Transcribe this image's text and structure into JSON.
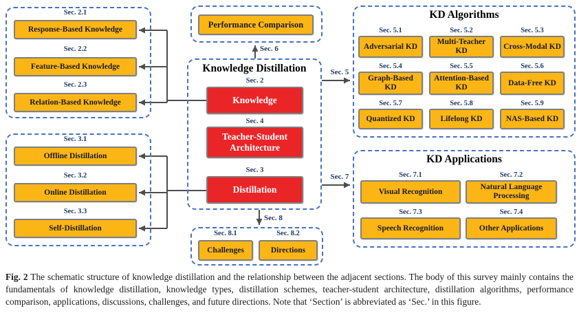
{
  "colors": {
    "box_yellow": "#FBB615",
    "box_red": "#E92528",
    "box_border": "#7F7F7F",
    "dashed_border": "#4472C4",
    "sec_label": "#1F3864",
    "arrow": "#4D4D4D"
  },
  "diagram": {
    "knowledge_types": {
      "items": [
        {
          "sec": "Sec. 2.1",
          "label": "Response-Based Knowledge"
        },
        {
          "sec": "Sec. 2.2",
          "label": "Feature-Based Knowledge"
        },
        {
          "sec": "Sec. 2.3",
          "label": "Relation-Based Knowledge"
        }
      ]
    },
    "distillation_schemes": {
      "items": [
        {
          "sec": "Sec. 3.1",
          "label": "Offline Distillation"
        },
        {
          "sec": "Sec. 3.2",
          "label": "Online Distillation"
        },
        {
          "sec": "Sec. 3.3",
          "label": "Self-Distillation"
        }
      ]
    },
    "performance": {
      "label": "Performance Comparison"
    },
    "center": {
      "title": "Knowledge Distillation",
      "items": [
        {
          "sec": "Sec. 2",
          "label": "Knowledge"
        },
        {
          "sec": "Sec. 4",
          "label": "Teacher-Student Architecture"
        },
        {
          "sec": "Sec. 3",
          "label": "Distillation"
        }
      ]
    },
    "challenges": {
      "items": [
        {
          "sec": "Sec. 8.1",
          "label": "Challenges"
        },
        {
          "sec": "Sec. 8.2",
          "label": "Directions"
        }
      ]
    },
    "algorithms": {
      "title": "KD Algorithms",
      "items": [
        {
          "sec": "Sec. 5.1",
          "label": "Adversarial KD"
        },
        {
          "sec": "Sec. 5.2",
          "label": "Multi-Teacher KD"
        },
        {
          "sec": "Sec. 5.3",
          "label": "Cross-Modal KD"
        },
        {
          "sec": "Sec. 5.4",
          "label": "Graph-Based KD"
        },
        {
          "sec": "Sec. 5.5",
          "label": "Attention-Based KD"
        },
        {
          "sec": "Sec. 5.6",
          "label": "Data-Free KD"
        },
        {
          "sec": "Sec. 5.7",
          "label": "Quantized KD"
        },
        {
          "sec": "Sec. 5.8",
          "label": "Lifelong KD"
        },
        {
          "sec": "Sec. 5.9",
          "label": "NAS-Based KD"
        }
      ]
    },
    "applications": {
      "title": "KD Applications",
      "items": [
        {
          "sec": "Sec. 7.1",
          "label": "Visual Recognition"
        },
        {
          "sec": "Sec. 7.2",
          "label": "Natural Language Processing"
        },
        {
          "sec": "Sec. 7.3",
          "label": "Speech Recognition"
        },
        {
          "sec": "Sec. 7.4",
          "label": "Other Applications"
        }
      ]
    },
    "connectors": {
      "sec5": "Sec. 5",
      "sec6": "Sec. 6",
      "sec7": "Sec. 7",
      "sec8": "Sec. 8"
    }
  },
  "caption": {
    "fig_label": "Fig. 2",
    "text": "The schematic structure of knowledge distillation and the relationship between the adjacent sections. The body of this survey mainly contains the fundamentals of knowledge distillation, knowledge types, distillation schemes, teacher-student architecture, distillation algorithms, performance comparison, applications, discussions, challenges, and future directions. Note that ‘Section’ is abbreviated as ‘Sec.’ in this figure."
  }
}
